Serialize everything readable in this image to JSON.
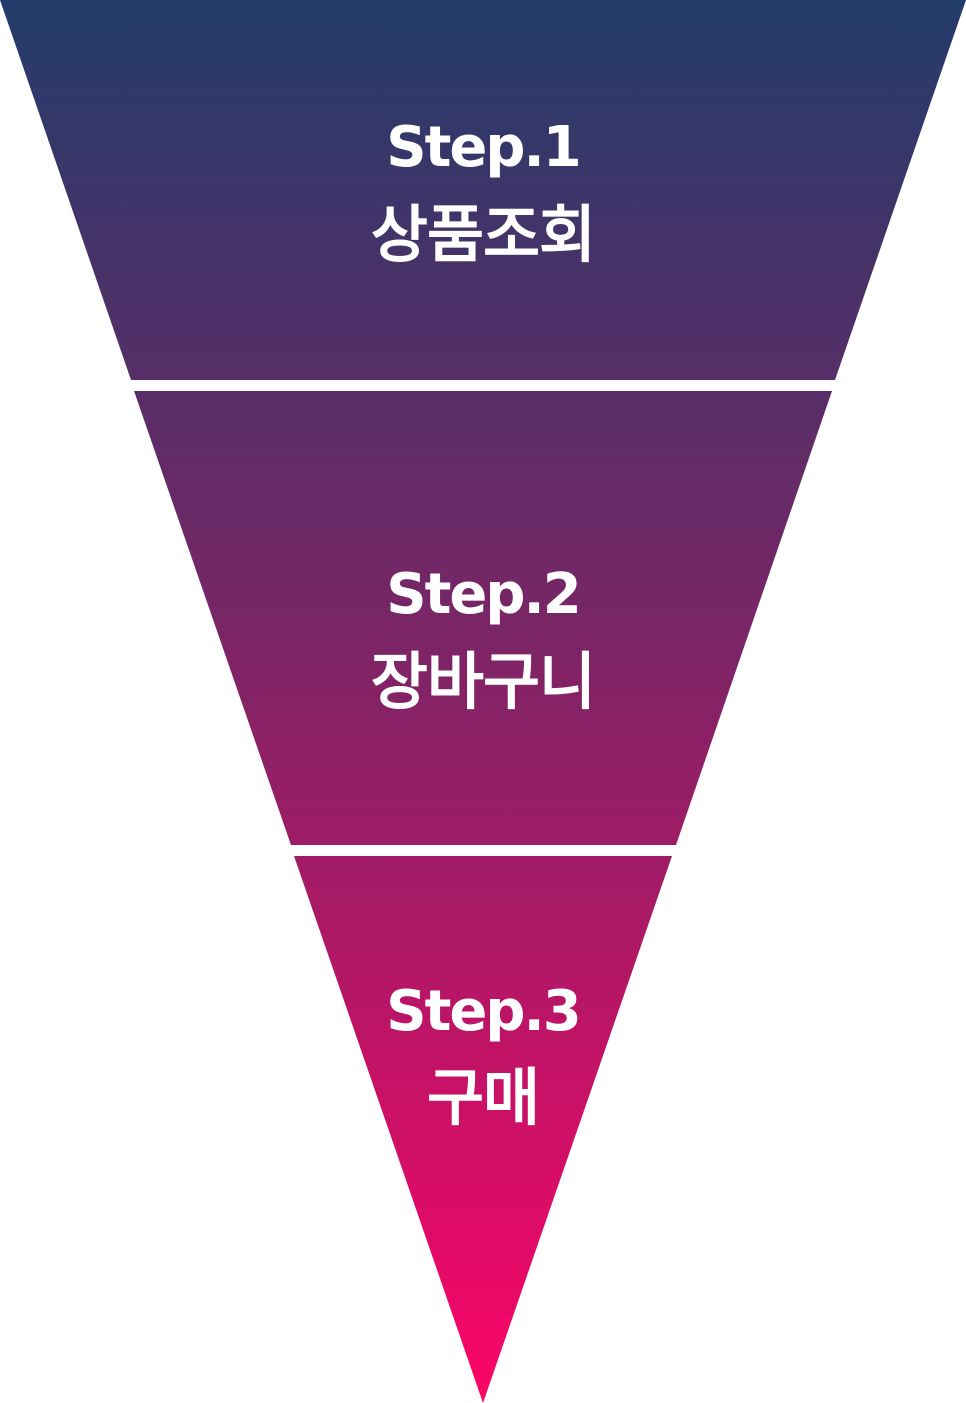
{
  "funnel": {
    "colors": {
      "top": "#223c6a",
      "middle": "#7a2566",
      "bottom": "#fc0467",
      "separator": "#ffffff"
    },
    "steps": [
      {
        "number": "Step.1",
        "name": "상품조회"
      },
      {
        "number": "Step.2",
        "name": "장바구니"
      },
      {
        "number": "Step.3",
        "name": "구매"
      }
    ]
  }
}
